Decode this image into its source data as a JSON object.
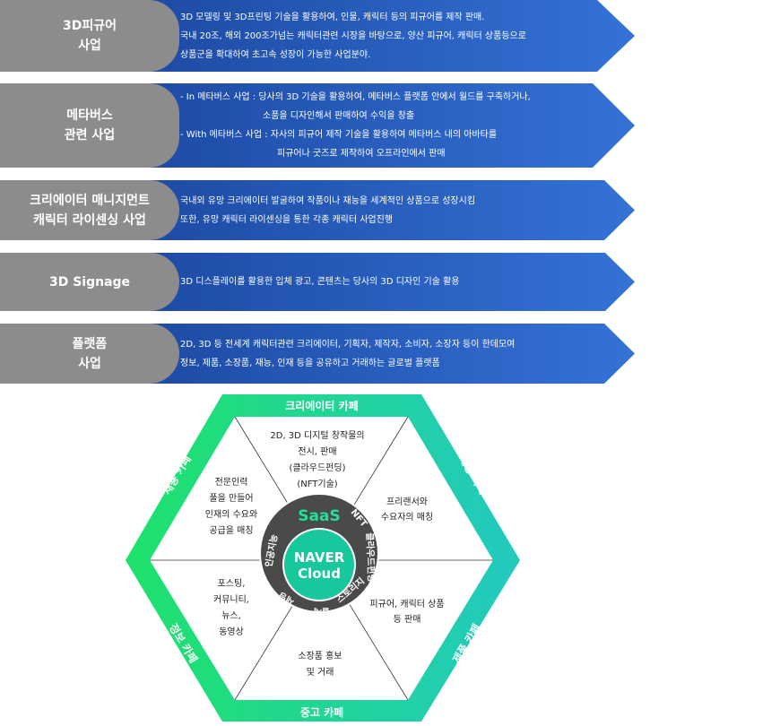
{
  "rows": [
    {
      "title": "3D피규어\n사업",
      "lines": [
        "3D 모델링 및 3D프린팅 기술을 활용하여, 인물, 캐릭터 등의 피규어를 제작 판매.",
        "국내 20조, 해외 200조가넘는 캐릭터관련 시장을 바탕으로, 양산 피규어, 캐릭터 상품등으로",
        "상품군을 확대하여 초고속 성장이 가능한 사업분야."
      ]
    },
    {
      "title": "메타버스\n관련 사업",
      "lines": [
        "- In 메타버스 사업 :  당사의 3D 기술을 활용하여, 메타버스 플랫폼 안에서 월드를 구축하거나,",
        "소품을 디자인해서 판매하여 수익을 창출",
        "-  With 메타버스 사업 : 자사의 피규어 제작 기술을 활용하여 메타버스 내의 아바타를",
        "피규어나 굿즈로 제작하여 오프라인에서 판매"
      ]
    },
    {
      "title": "크리에이터 매니지먼트\n캐릭터 라이센싱 사업",
      "lines": [
        "국내외 유망 크리에이터 발굴하여 작품이나 재능을 세계적인 상품으로 성장시킴",
        "또한, 유망 캐릭터 라이센싱을 통한 각종 캐릭터 사업진행"
      ]
    },
    {
      "title": "3D Signage",
      "lines": [
        "3D 디스플레이를 활용한 입체 광고, 콘텐츠는 당사의 3D 디자인 기술 활용"
      ]
    },
    {
      "title": "플랫폼\n사업",
      "lines": [
        "2D, 3D 등 전세계 캐릭터관련 크리에이터, 기획자, 제작자, 소비자, 소장자 등이 한데모여",
        "정보, 제품, 소장품, 재능, 인재 등을 공유하고 거래하는 글로벌 플랫폼"
      ]
    }
  ],
  "hexagon": {
    "edges": {
      "top": "크리에이터 카페",
      "top_right": "재능 카페",
      "bottom_right": "제품 카페",
      "bottom": "중고 카페",
      "bottom_left": "정보 카페",
      "top_left": "채용 카페"
    },
    "segments": {
      "top": [
        "2D, 3D 디지털 창작물의",
        "전시, 판매",
        "(클라우드펀딩)",
        "(NFT기술)"
      ],
      "top_right": [
        "프리랜서와",
        "수요자의 매칭"
      ],
      "bottom_right": [
        "피규어, 캐릭터 상품",
        "등 판매"
      ],
      "bottom": [
        "소장품 홍보",
        "및 거래"
      ],
      "bottom_left": [
        "포스팅,",
        "커뮤니티,",
        "뉴스,",
        "동영상"
      ],
      "top_left": [
        "전문인력",
        "풀을 만들어",
        "인재의 수요와",
        "공급을 매칭"
      ]
    },
    "center": {
      "saas": "SaaS",
      "line1": "NAVER",
      "line2": "Cloud",
      "ring_words": [
        "NFT",
        "클라우드펀딩",
        "스토리지",
        "결제",
        "채팅",
        "인공지능"
      ]
    },
    "colors": {
      "left": "#1ee26a",
      "right": "#23c9c0",
      "core": "#18c79c",
      "ring": "#4a4a4a"
    }
  },
  "colors": {
    "pill": "#8c8c8c",
    "arrow_light": "#3170d2",
    "arrow_dark": "#1d4aa4"
  }
}
